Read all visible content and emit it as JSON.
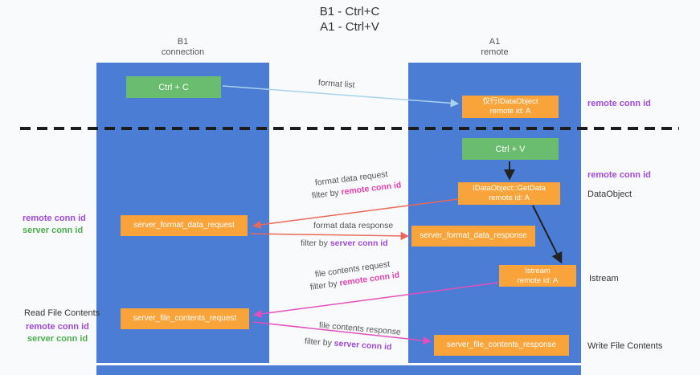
{
  "title": {
    "line1": "B1 - Ctrl+C",
    "line2": "A1 - Ctrl+V"
  },
  "lanes": {
    "left": {
      "title": "B1",
      "subtitle": "connection"
    },
    "right": {
      "title": "A1",
      "subtitle": "remote"
    }
  },
  "boxes": {
    "ctrl_c": {
      "label": "Ctrl + C"
    },
    "ctrl_v": {
      "label": "Ctrl + V"
    },
    "proxy_dataobject": {
      "line1": "仅行IDataObject",
      "line2": "remote id: A"
    },
    "getdata": {
      "line1": "IDataObject::GetData",
      "line2": "remote id: A"
    },
    "istream": {
      "line1": "Istream",
      "line2": "remote id: A"
    },
    "format_request": {
      "label": "server_format_data_request"
    },
    "format_response": {
      "label": "server_format_data_response"
    },
    "file_request": {
      "label": "server_file_contents_request"
    },
    "file_response": {
      "label": "server_file_contents_response"
    }
  },
  "arrow_labels": {
    "format_list": "format list",
    "format_data_request": "format data request",
    "format_data_response": "format data response",
    "file_contents_request": "file contents request",
    "file_contents_response": "file contents response",
    "filter_by": "filter by",
    "remote_conn_id": "remote conn id",
    "server_conn_id": "server conn id"
  },
  "side_labels": {
    "remote_conn_id": "remote conn id",
    "server_conn_id": "server conn id",
    "dataobject": "DataObject",
    "istream": "Istream",
    "read_file_contents": "Read File Contents",
    "write_file_contents": "Write File Contents"
  },
  "colors": {
    "lane_blue": "#4a7dd3",
    "box_green": "#6abd6e",
    "box_orange": "#f9a43b",
    "purple_text": "#a04ad8",
    "green_text": "#4caf50",
    "magenta_text": "#ed3fae",
    "arrow_red": "#e8695a",
    "arrow_magenta": "#e350bd",
    "arrow_blue": "#a9d2ef",
    "arrow_black": "#222222"
  }
}
